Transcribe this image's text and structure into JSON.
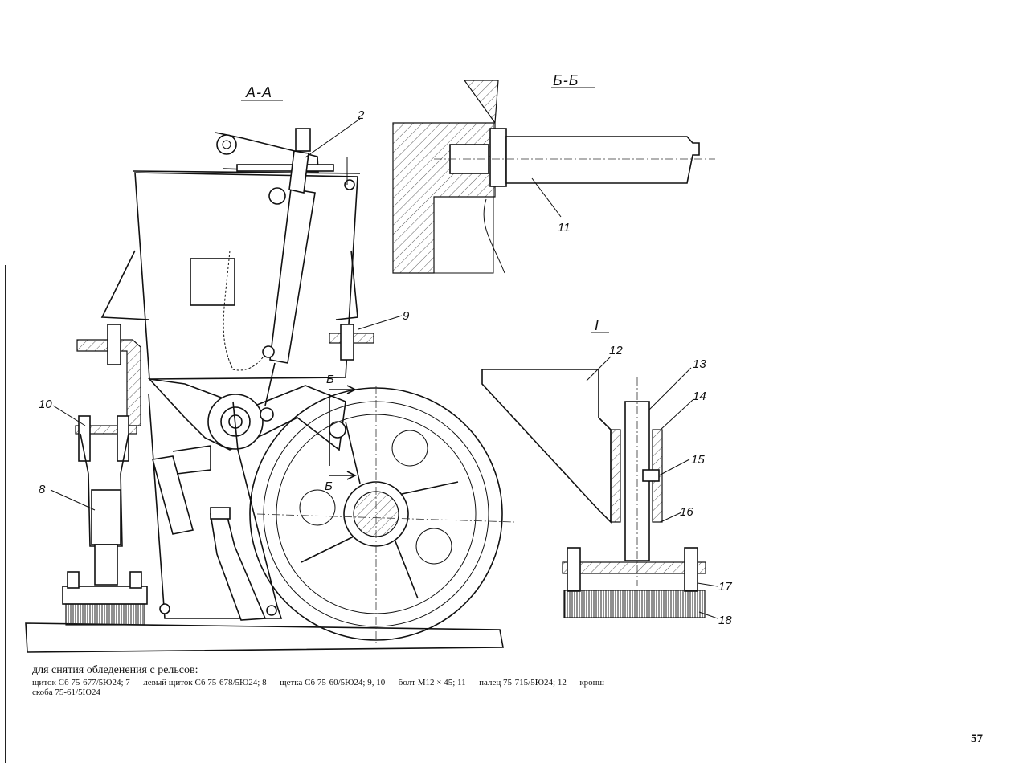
{
  "sections": {
    "aa": "А-А",
    "bb": "Б-Б",
    "one": "I"
  },
  "callouts": {
    "c2": "2",
    "c8": "8",
    "c9": "9",
    "c10": "10",
    "c11": "11",
    "c12": "12",
    "c13": "13",
    "c14": "14",
    "c15": "15",
    "c16": "16",
    "c17": "17",
    "c18": "18",
    "b_top": "Б",
    "b_bottom": "Б"
  },
  "caption": {
    "head": "для снятия обледенения с рельсов:",
    "line1": "щиток Сб 75-677/5Ю24; 7 — левый щиток Сб 75-678/5Ю24; 8 — щетка Сб 75-60/5Ю24; 9, 10 — болт М12 × 45; 11 — палец 75-715/5Ю24; 12 — кронш-",
    "line2": "скоба 75-61/5Ю24"
  },
  "page_number": "57"
}
